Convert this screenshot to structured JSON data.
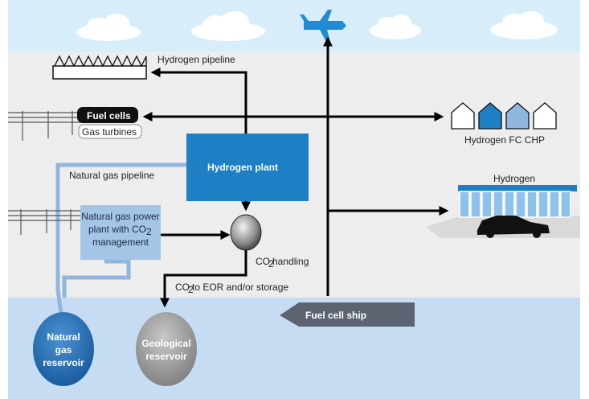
{
  "labels": {
    "hydrogen_pipeline": "Hydrogen pipeline",
    "fuel_cells": "Fuel cells",
    "gas_turbines": "Gas turbines",
    "hydrogen_plant": "Hydrogen plant",
    "natural_gas_pipeline": "Natural gas pipeline",
    "hydrogen_fc_chp": "Hydrogen FC CHP",
    "hydrogen_station": "Hydrogen",
    "ngpp_line1": "Natural gas power",
    "ngpp_line2": "plant with CO",
    "ngpp_line2_sub": "2",
    "ngpp_line3": "management",
    "co2_handling": "CO",
    "co2_handling_sub": "2",
    "co2_handling_rest": " handling",
    "co2_eor": "CO",
    "co2_eor_sub": "2",
    "co2_eor_rest": " to EOR and/or storage",
    "fuel_cell_ship": "Fuel cell ship",
    "ng_reservoir_1": "Natural",
    "ng_reservoir_2": "gas",
    "ng_reservoir_3": "reservoir",
    "geo_reservoir_1": "Geological",
    "geo_reservoir_2": "reservoir"
  },
  "colors": {
    "sky_top": "#d7eefa",
    "band_gray": "#ededed",
    "sea": "#c6dcf2",
    "hydrogen_plant": "#1e7fc4",
    "ngpp_box": "#a5c5e6",
    "gas_pipeline": "#8fb6df",
    "ng_reservoir": "#1f6fb8",
    "geo_reservoir": "#9a9a9a",
    "ship": "#5b6470",
    "chp_fill": "#1e7fc4",
    "station_canopy": "#2f8fd6",
    "aircraft": "#1f8bd6",
    "arrow": "#000000"
  }
}
